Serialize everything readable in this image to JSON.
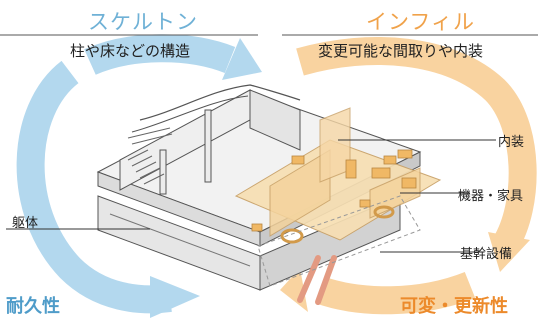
{
  "skeleton": {
    "title": "スケルトン",
    "subtitle": "柱や床などの構造",
    "bottom_label": "耐久性",
    "color": "#a9d3ea"
  },
  "infill": {
    "title": "インフィル",
    "subtitle": "変更可能な間取りや内装",
    "bottom_label": "可変・更新性",
    "color": "#f7c98d"
  },
  "callouts": {
    "interior": "内装",
    "equipment": "機器・家具",
    "utilities": "基幹設備",
    "frame": "躯体"
  }
}
